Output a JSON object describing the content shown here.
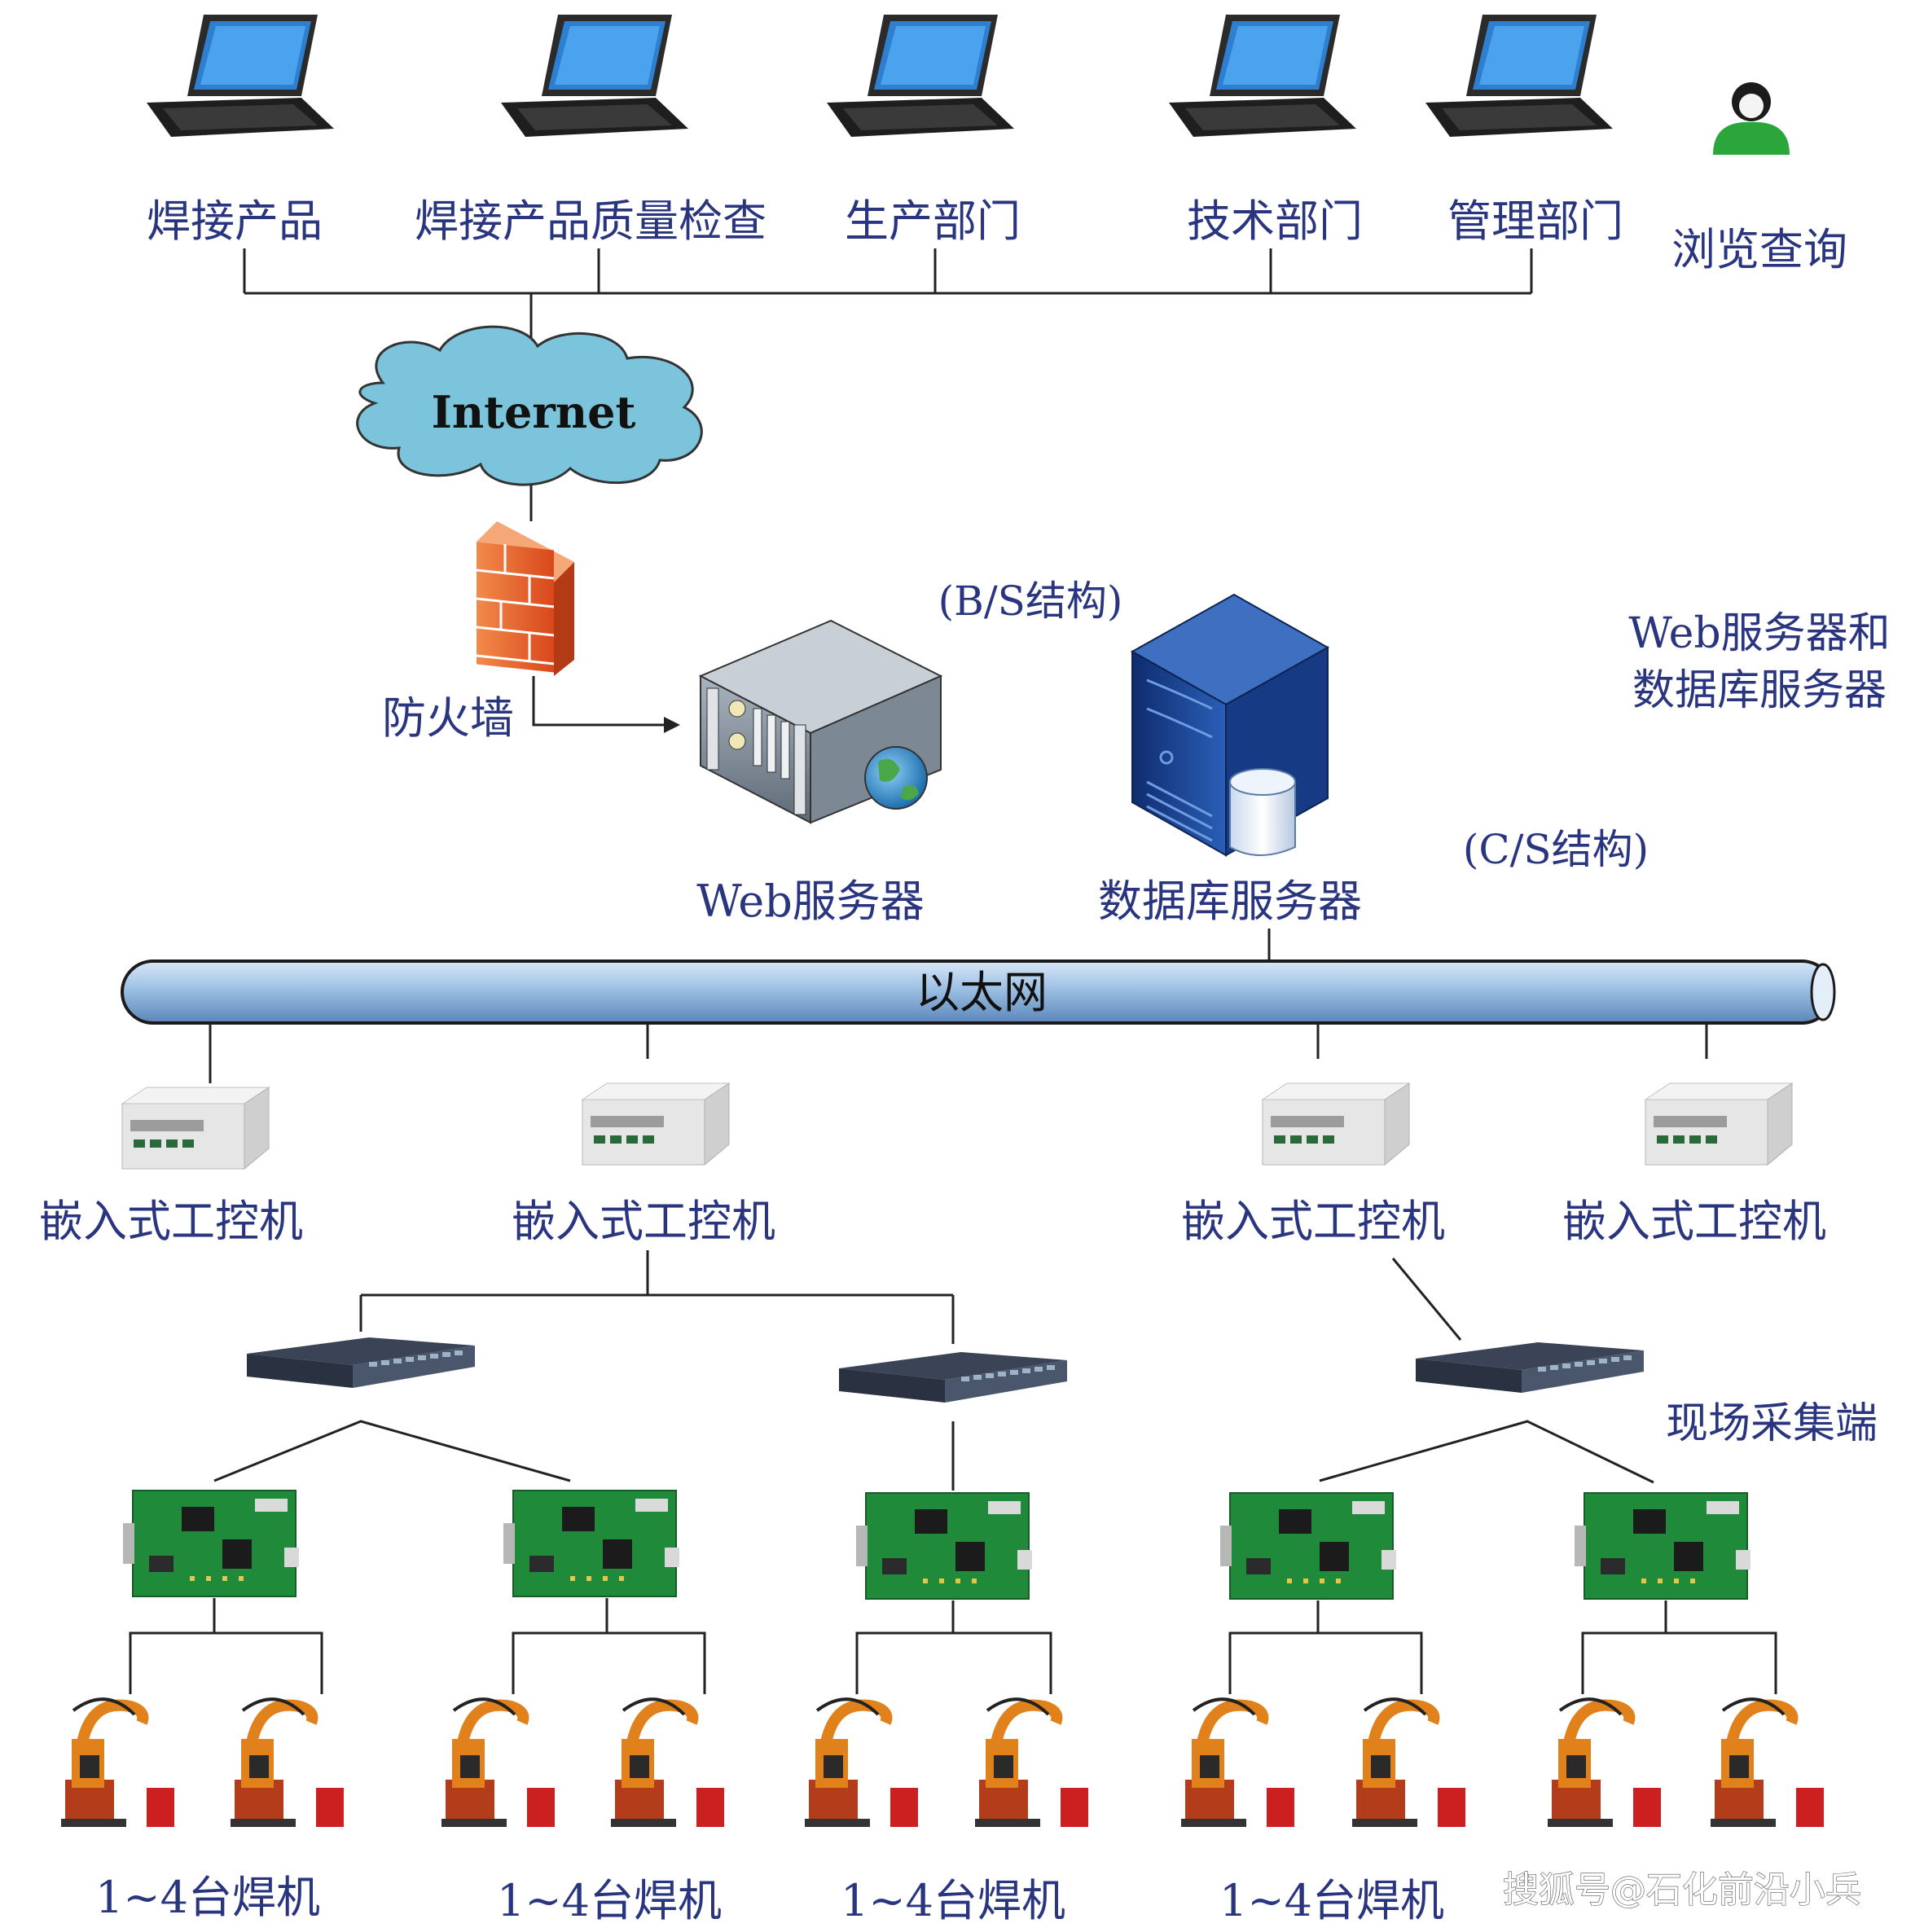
{
  "terminals": {
    "labels": [
      "焊接产品",
      "焊接产品质量检查",
      "生产部门",
      "技术部门",
      "管理部门"
    ],
    "user_label": "浏览查询"
  },
  "network": {
    "internet_label": "Internet",
    "firewall_label": "防火墙",
    "bs_label": "(B/S结构)",
    "cs_label": "(C/S结构)",
    "web_server_label": "Web服务器",
    "db_server_label": "数据库服务器",
    "servers_note_line1": "Web服务器和",
    "servers_note_line2": "数据库服务器",
    "ethernet_label": "以太网"
  },
  "field": {
    "ipc_labels": [
      "嵌入式工控机",
      "嵌入式工控机",
      "嵌入式工控机",
      "嵌入式工控机"
    ],
    "acquisition_label": "现场采集端",
    "welder_group_labels": [
      "1~4台焊机",
      "1~4台焊机",
      "1~4台焊机",
      "1~4台焊机"
    ]
  },
  "watermark": "搜狐号@石化前沿小兵",
  "colors": {
    "label_text": "#2a3580",
    "cloud": "#7cc3dc",
    "ethernet_pipe": "#9cc0e4",
    "board_green": "#1f8a3a",
    "firewall": "#e8622a",
    "db_server": "#1a3d8a"
  }
}
